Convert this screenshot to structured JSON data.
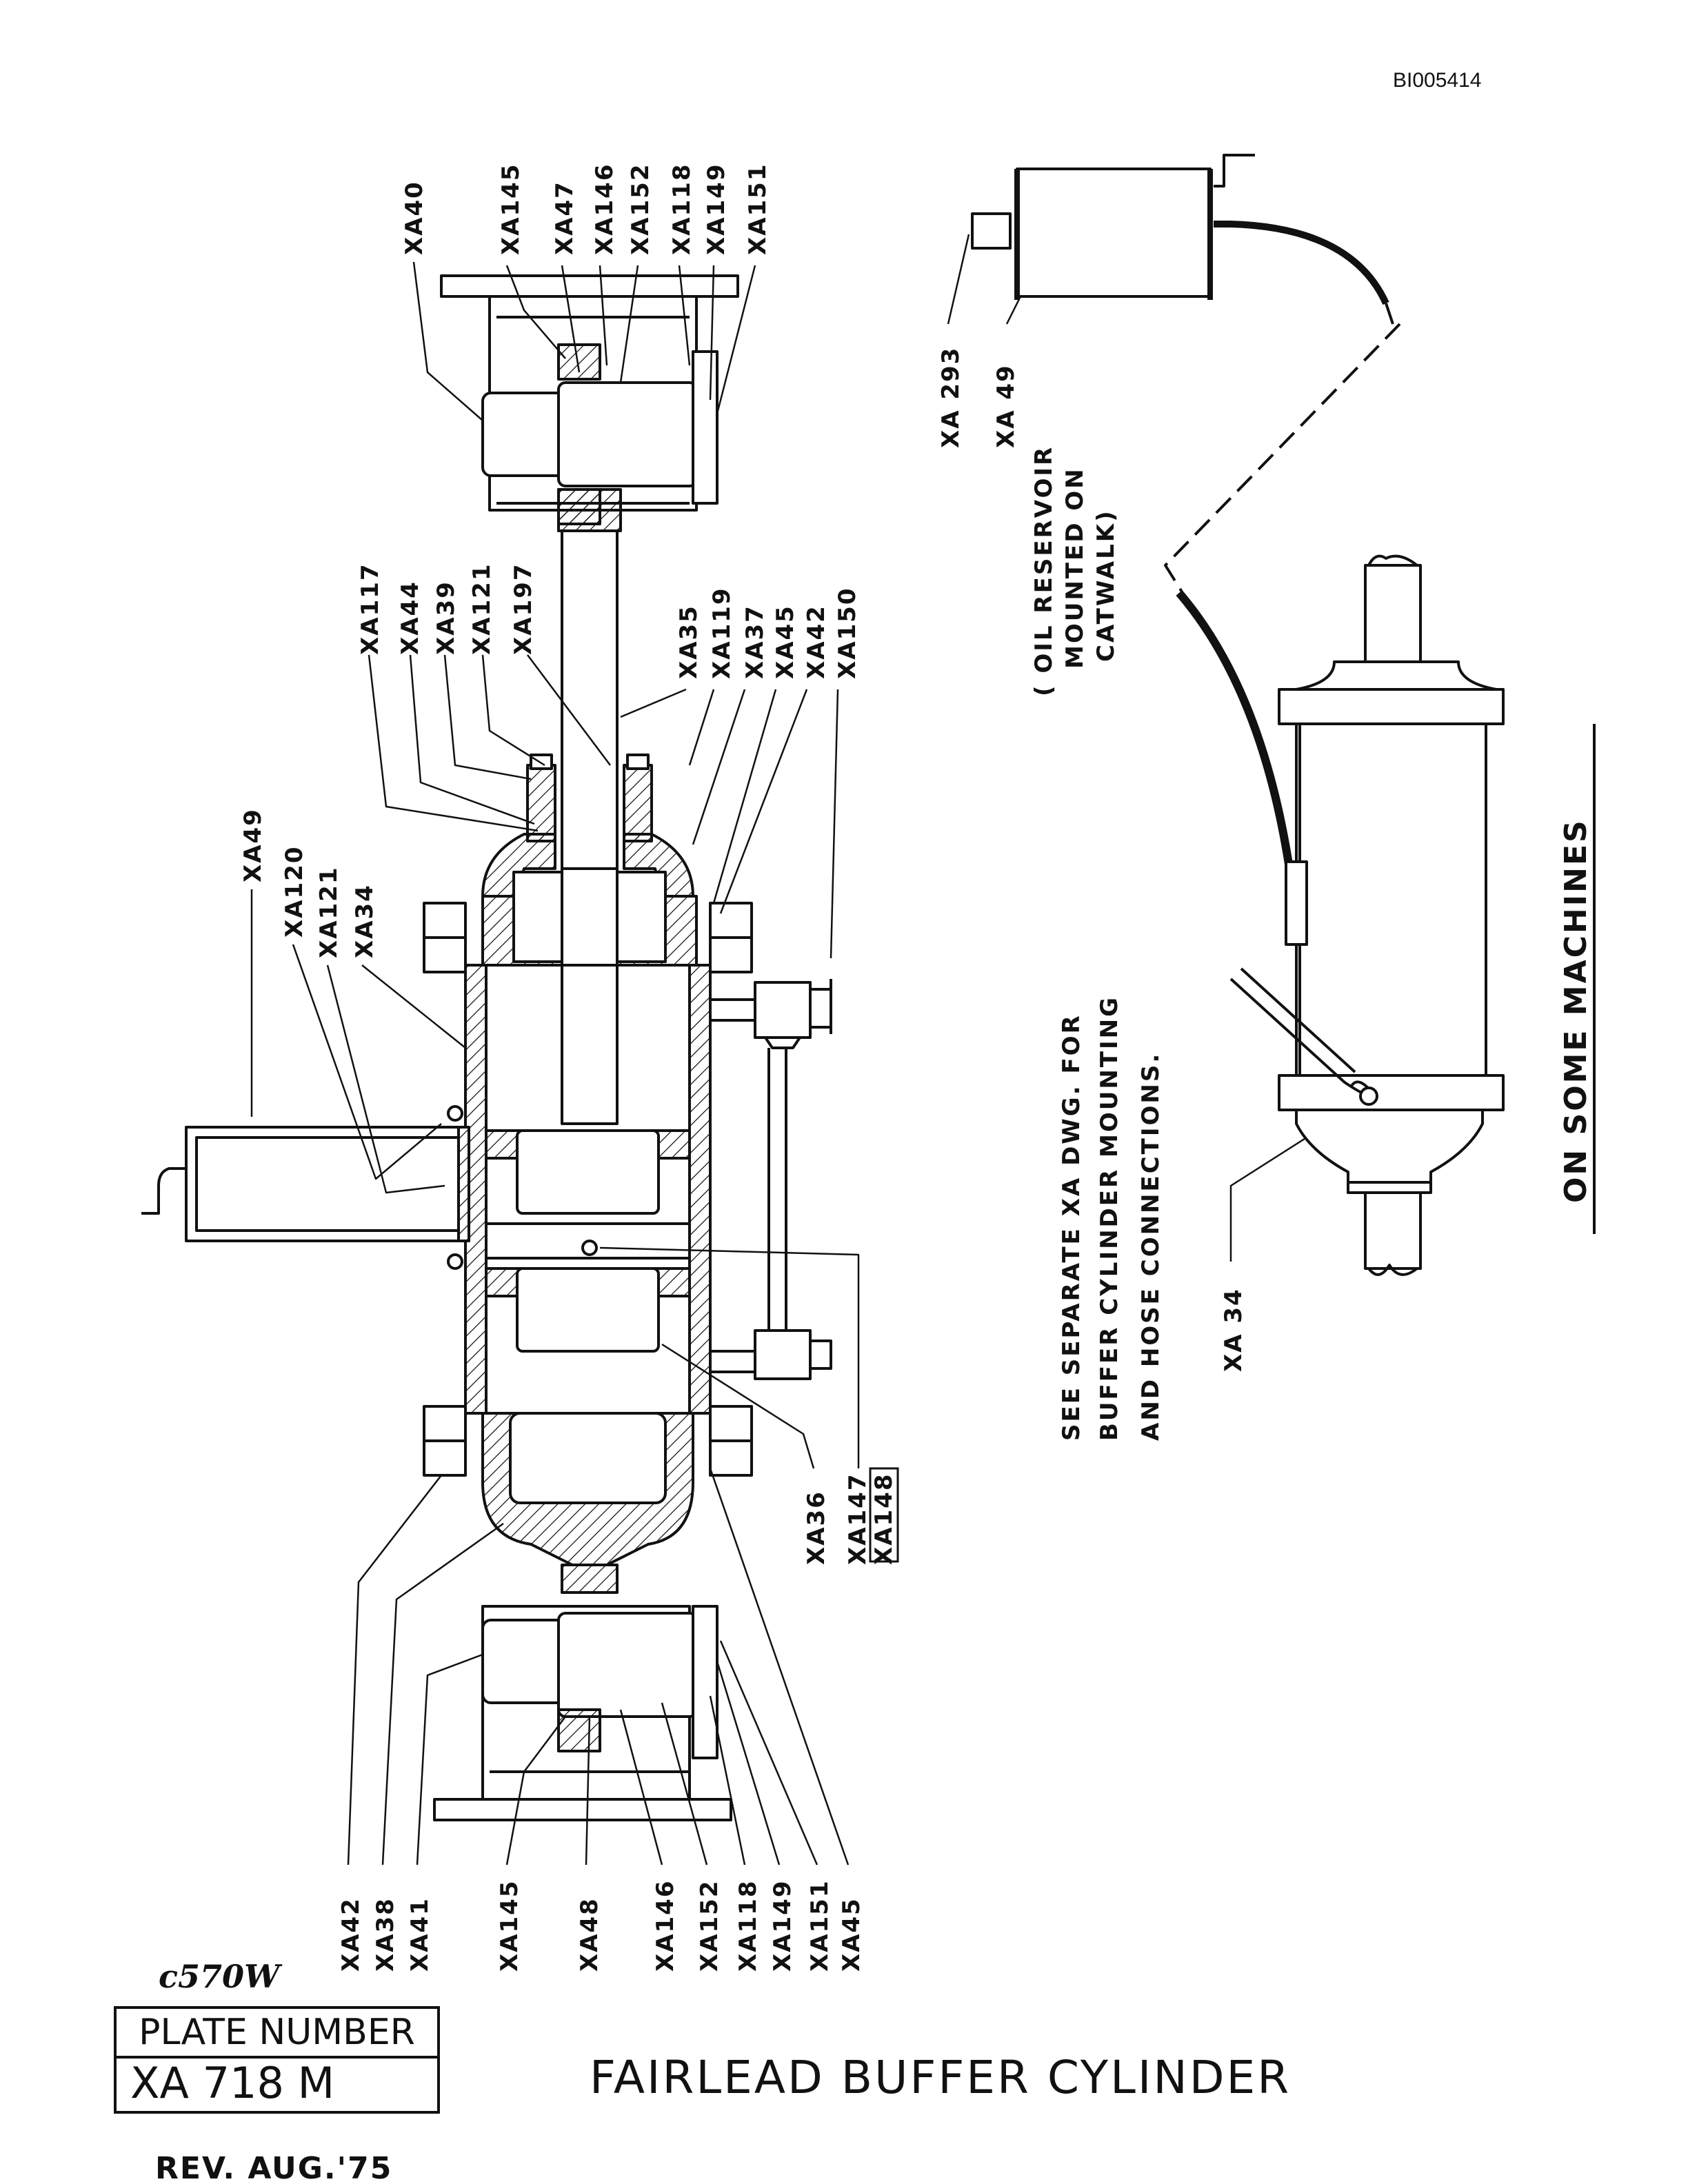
{
  "document_id": "BI005414",
  "handwritten_note": "c570W",
  "plate": {
    "label": "PLATE NUMBER",
    "number": "XA 718 M"
  },
  "title": "FAIRLEAD BUFFER CYLINDER",
  "revision": "REV. AUG.'75",
  "callouts": {
    "top_end": [
      "XA40",
      "XA145",
      "XA47",
      "XA146",
      "XA152",
      "XA118",
      "XA149",
      "XA151"
    ],
    "rod_gland": [
      "XA117",
      "XA44",
      "XA39",
      "XA121",
      "XA197",
      "XA35",
      "XA119",
      "XA37",
      "XA45",
      "XA42",
      "XA150"
    ],
    "side_reservoir": [
      "XA49",
      "XA120",
      "XA121",
      "XA34"
    ],
    "bottom_end": [
      "XA42",
      "XA38",
      "XA41",
      "XA145",
      "XA48",
      "XA146",
      "XA152",
      "XA118",
      "XA149",
      "XA151",
      "XA45"
    ],
    "piston": [
      "XA36",
      "XA147",
      "XA148"
    ],
    "oil_reservoir": [
      "XA 293",
      "XA 49"
    ],
    "some_machines": [
      "XA 34"
    ]
  },
  "oil_reservoir_note": [
    "( OIL RESERVOIR",
    "MOUNTED ON",
    "CATWALK)"
  ],
  "see_note": [
    "SEE SEPARATE XA DWG. FOR",
    "BUFFER CYLINDER MOUNTING",
    "AND HOSE CONNECTIONS."
  ],
  "some_machines_label": "ON SOME MACHINES"
}
